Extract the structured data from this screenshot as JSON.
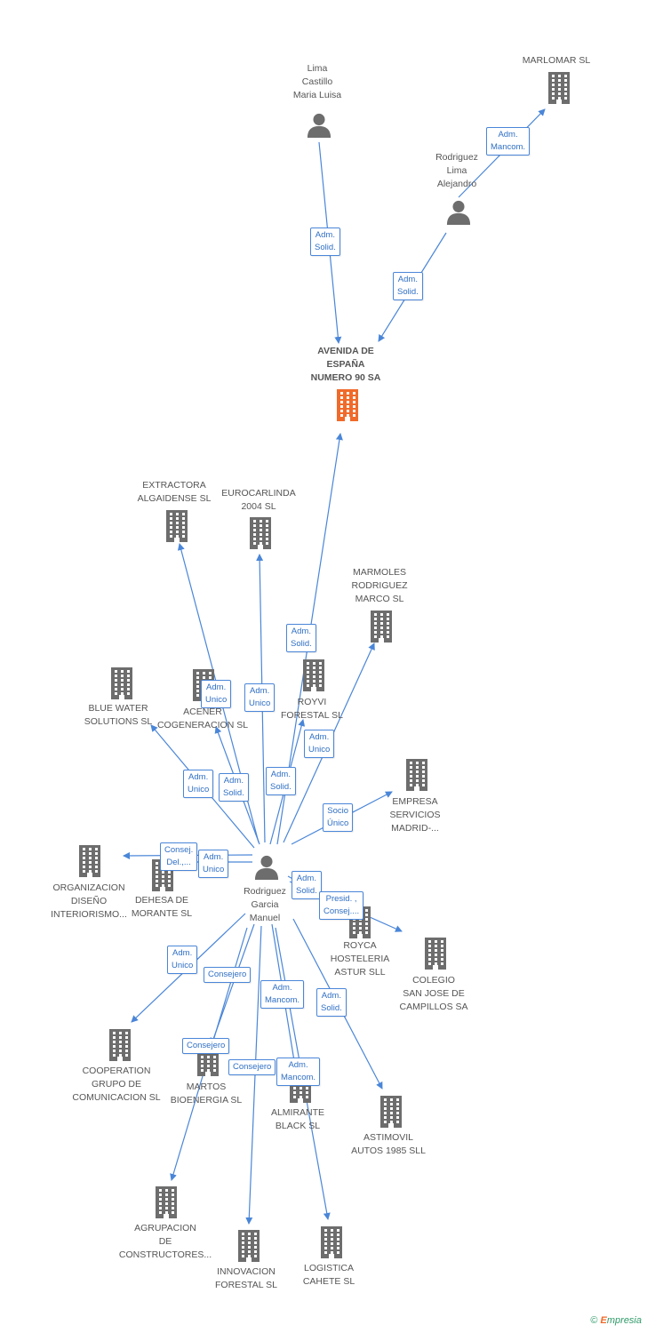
{
  "colors": {
    "edge": "#4a86d8",
    "building": "#6d6d6d",
    "center_building": "#f06a2a",
    "person": "#6d6d6d"
  },
  "nodes": [
    {
      "id": "lima",
      "name": "Lima\nCastillo\nMaria Luisa",
      "type": "person"
    },
    {
      "id": "marlomar",
      "name": "MARLOMAR  SL",
      "type": "company"
    },
    {
      "id": "rodlima",
      "name": "Rodriguez\nLima\nAlejandro",
      "type": "person"
    },
    {
      "id": "avenida",
      "name": "AVENIDA DE\nESPAÑA\nNUMERO 90 SA",
      "type": "center"
    },
    {
      "id": "extractora",
      "name": "EXTRACTORA\nALGAIDENSE SL",
      "type": "company"
    },
    {
      "id": "eurocarlinda",
      "name": "EUROCARLINDA\n2004  SL",
      "type": "company"
    },
    {
      "id": "marmoles",
      "name": "MARMOLES\nRODRIGUEZ\nMARCO SL",
      "type": "company"
    },
    {
      "id": "bluewater",
      "name": "BLUE WATER\nSOLUTIONS SL",
      "type": "company"
    },
    {
      "id": "acener",
      "name": "ACENER\nCOGENERACION SL",
      "type": "company"
    },
    {
      "id": "royvi",
      "name": "ROYVI\nFORESTAL SL",
      "type": "company"
    },
    {
      "id": "empresa",
      "name": "EMPRESA\nSERVICIOS\nMADRID-...",
      "type": "company"
    },
    {
      "id": "organizacion",
      "name": "ORGANIZACION\nDISEÑO\nINTERIORISMO...",
      "type": "company"
    },
    {
      "id": "dehesa",
      "name": "DEHESA DE\nMORANTE SL",
      "type": "company"
    },
    {
      "id": "rgm",
      "name": "Rodriguez\nGarcia\nManuel",
      "type": "person"
    },
    {
      "id": "royca",
      "name": "ROYCA\nHOSTELERIA\nASTUR SLL",
      "type": "company"
    },
    {
      "id": "colegio",
      "name": "COLEGIO\nSAN JOSE DE\nCAMPILLOS SA",
      "type": "company"
    },
    {
      "id": "cooperation",
      "name": "COOPERATION\nGRUPO DE\nCOMUNICACION SL",
      "type": "company"
    },
    {
      "id": "martos",
      "name": "MARTOS\nBIOENERGIA SL",
      "type": "company"
    },
    {
      "id": "almirante",
      "name": "ALMIRANTE\nBLACK SL",
      "type": "company"
    },
    {
      "id": "astimovil",
      "name": "ASTIMOVIL\nAUTOS 1985  SLL",
      "type": "company"
    },
    {
      "id": "agrupacion",
      "name": "AGRUPACION\nDE\nCONSTRUCTORES...",
      "type": "company"
    },
    {
      "id": "innovacion",
      "name": "INNOVACION\nFORESTAL SL",
      "type": "company"
    },
    {
      "id": "logistica",
      "name": "LOGISTICA\nCAHETE  SL",
      "type": "company"
    }
  ],
  "edges": [
    {
      "from": "lima",
      "to": "avenida",
      "label": "Adm.\nSolid."
    },
    {
      "from": "rodlima",
      "to": "marlomar",
      "label": "Adm.\nMancom."
    },
    {
      "from": "rodlima",
      "to": "avenida",
      "label": "Adm.\nSolid."
    },
    {
      "from": "rgm",
      "to": "avenida",
      "label": "Adm.\nSolid."
    },
    {
      "from": "rgm",
      "to": "extractora",
      "label": "Adm.\nUnico"
    },
    {
      "from": "rgm",
      "to": "eurocarlinda",
      "label": "Adm.\nUnico"
    },
    {
      "from": "rgm",
      "to": "marmoles",
      "label": "Adm.\nUnico"
    },
    {
      "from": "rgm",
      "to": "bluewater",
      "label": "Adm.\nUnico"
    },
    {
      "from": "rgm",
      "to": "acener",
      "label": "Adm.\nSolid."
    },
    {
      "from": "rgm",
      "to": "royvi",
      "label": "Adm.\nSolid."
    },
    {
      "from": "rgm",
      "to": "empresa",
      "label": "Socio\nÚnico"
    },
    {
      "from": "rgm",
      "to": "organizacion",
      "label": "Consej.\nDel.,..."
    },
    {
      "from": "rgm",
      "to": "dehesa",
      "label": "Adm.\nUnico"
    },
    {
      "from": "rgm",
      "to": "royca",
      "label": "Adm.\nSolid."
    },
    {
      "from": "rgm",
      "to": "colegio",
      "label": "Presid. ,\nConsej...."
    },
    {
      "from": "rgm",
      "to": "cooperation",
      "label": "Adm.\nUnico"
    },
    {
      "from": "rgm",
      "to": "martos",
      "label": "Consejero"
    },
    {
      "from": "rgm",
      "to": "agrupacion",
      "label": "Consejero"
    },
    {
      "from": "rgm",
      "to": "almirante",
      "label": "Adm.\nMancom."
    },
    {
      "from": "rgm",
      "to": "astimovil",
      "label": "Adm.\nSolid."
    },
    {
      "from": "rgm",
      "to": "innovacion",
      "label": "Consejero"
    },
    {
      "from": "rgm",
      "to": "logistica",
      "label": "Adm.\nMancom."
    }
  ],
  "brand": {
    "copyright": "©",
    "initial": "E",
    "rest": "mpresia"
  }
}
